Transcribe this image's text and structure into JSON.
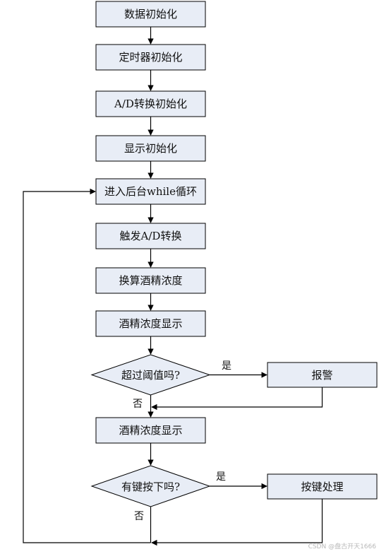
{
  "diagram": {
    "nodes": {
      "init_data": "数据初始化",
      "init_timer": "定时器初始化",
      "init_ad": "A/D转换初始化",
      "init_display": "显示初始化",
      "loop_enter": "进入后台while循环",
      "trigger_ad": "触发A/D转换",
      "convert": "换算酒精浓度",
      "show1": "酒精浓度显示",
      "check_threshold": "超过阈值吗?",
      "alarm": "报警",
      "show2": "酒精浓度显示",
      "check_key": "有键按下吗?",
      "key_process": "按键处理"
    },
    "edge_labels": {
      "threshold_yes": "是",
      "threshold_no": "否",
      "key_yes": "是",
      "key_no": "否"
    },
    "colors": {
      "node_fill": "#e8edf6",
      "stroke": "#000000"
    }
  },
  "watermark": "CSDN @盘古开天1666"
}
